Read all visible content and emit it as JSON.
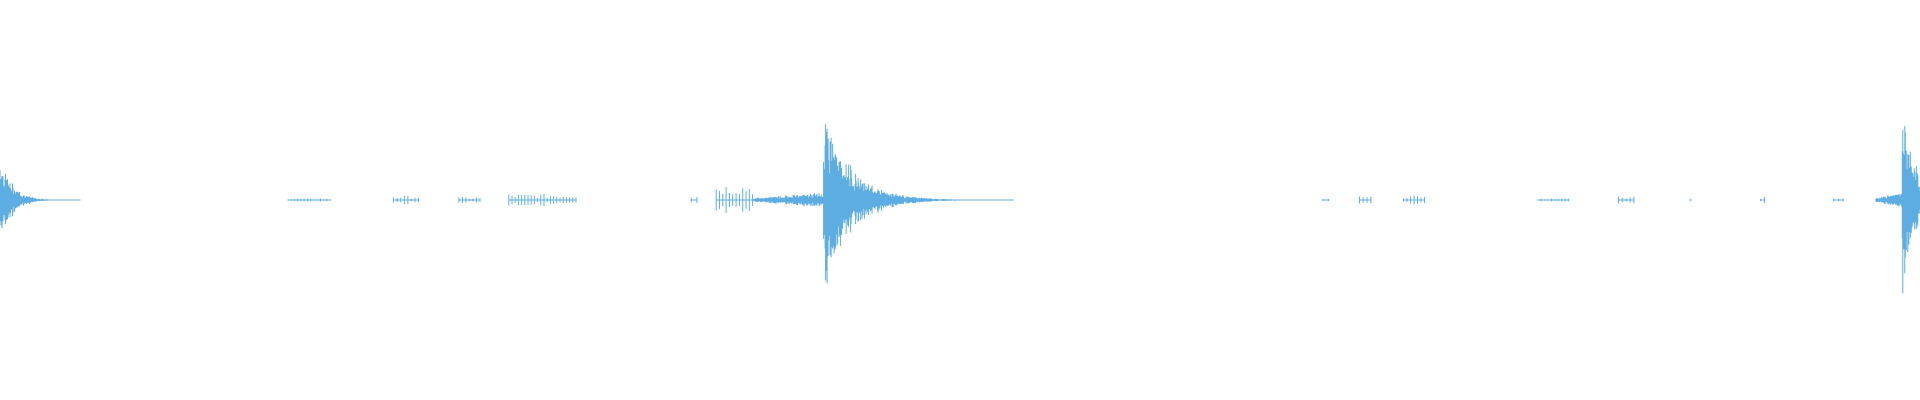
{
  "waveform": {
    "color": "#5dade2",
    "background": "#ffffff",
    "events": [
      {
        "kind": "burst",
        "start": 0.0,
        "end": 0.042,
        "peak": 0.34
      },
      {
        "kind": "ticks",
        "start": 0.15,
        "end": 0.172,
        "peak": 0.01
      },
      {
        "kind": "ticks",
        "start": 0.205,
        "end": 0.218,
        "peak": 0.03
      },
      {
        "kind": "ticks",
        "start": 0.239,
        "end": 0.25,
        "peak": 0.02
      },
      {
        "kind": "ticks",
        "start": 0.265,
        "end": 0.3,
        "peak": 0.04
      },
      {
        "kind": "ticks",
        "start": 0.36,
        "end": 0.363,
        "peak": 0.04
      },
      {
        "kind": "ticks",
        "start": 0.373,
        "end": 0.392,
        "peak": 0.11
      },
      {
        "kind": "burst",
        "start": 0.392,
        "end": 0.528,
        "peak": 0.66
      },
      {
        "kind": "ticks",
        "start": 0.689,
        "end": 0.692,
        "peak": 0.01
      },
      {
        "kind": "ticks",
        "start": 0.708,
        "end": 0.714,
        "peak": 0.03
      },
      {
        "kind": "ticks",
        "start": 0.731,
        "end": 0.742,
        "peak": 0.03
      },
      {
        "kind": "ticks",
        "start": 0.801,
        "end": 0.817,
        "peak": 0.01
      },
      {
        "kind": "ticks",
        "start": 0.843,
        "end": 0.851,
        "peak": 0.03
      },
      {
        "kind": "ticks",
        "start": 0.88,
        "end": 0.881,
        "peak": 0.01
      },
      {
        "kind": "ticks",
        "start": 0.917,
        "end": 0.919,
        "peak": 0.02
      },
      {
        "kind": "ticks",
        "start": 0.955,
        "end": 0.96,
        "peak": 0.02
      },
      {
        "kind": "burst",
        "start": 0.977,
        "end": 1.0,
        "peak": 0.7
      }
    ]
  }
}
